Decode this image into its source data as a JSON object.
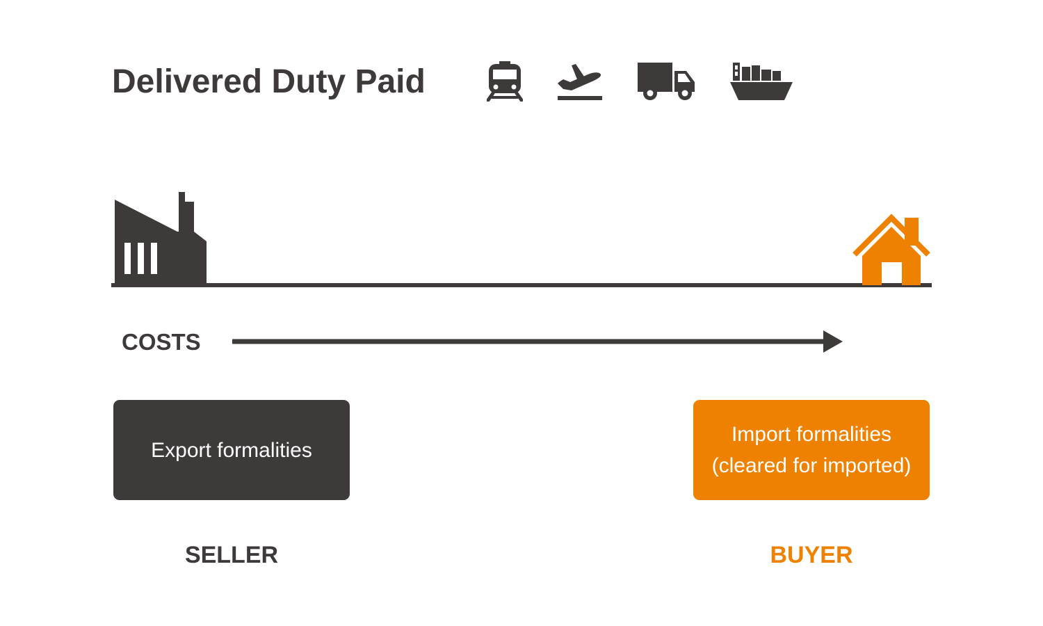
{
  "title": "Delivered Duty Paid",
  "transport_icons": [
    "train-icon",
    "airplane-departure-icon",
    "truck-icon",
    "ship-icon"
  ],
  "timeline": {
    "origin_icon": "factory-icon",
    "destination_icon": "house-icon"
  },
  "costs": {
    "label": "COSTS",
    "arrow_icon": "arrow-right-icon"
  },
  "seller": {
    "box_text": "Export formalities",
    "label": "SELLER"
  },
  "buyer": {
    "box_text": "Import formalities\n(cleared for imported)",
    "label": "BUYER"
  },
  "colors": {
    "dark": "#3e3a39",
    "accent": "#ee8100",
    "background": "#ffffff"
  }
}
